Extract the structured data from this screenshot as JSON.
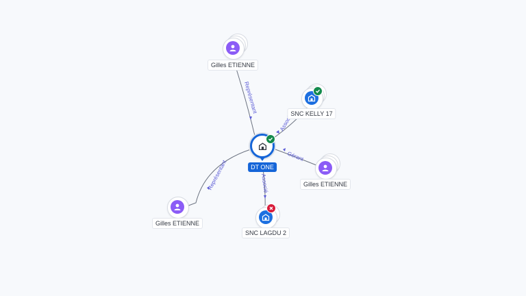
{
  "center": {
    "label": "DT ONE",
    "type": "company",
    "status": "active",
    "icon": "building-icon"
  },
  "nodes": [
    {
      "id": "p1",
      "label": "Gilles ETIENNE",
      "type": "person",
      "icon": "person-icon"
    },
    {
      "id": "c1",
      "label": "SNC KELLY 17",
      "type": "company",
      "status": "active",
      "icon": "building-icon"
    },
    {
      "id": "p2",
      "label": "Gilles ETIENNE",
      "type": "person",
      "icon": "person-icon"
    },
    {
      "id": "p3",
      "label": "Gilles ETIENNE",
      "type": "person",
      "icon": "person-icon"
    },
    {
      "id": "c2",
      "label": "SNC LAGDU 2",
      "type": "company",
      "status": "closed",
      "icon": "building-icon"
    }
  ],
  "edges": [
    {
      "to": "p1",
      "label": "Représentant"
    },
    {
      "to": "c1",
      "label": "Associé"
    },
    {
      "to": "p2",
      "label": "Gérant"
    },
    {
      "to": "p3",
      "label": "Représentant"
    },
    {
      "to": "c2",
      "label": "Associé"
    }
  ],
  "colors": {
    "person": "#8b5cf6",
    "company": "#1d6fe0",
    "center": "#1565d8",
    "active_badge": "#138a4c",
    "closed_badge": "#d81b3a",
    "edge_label": "#5b5bd6"
  }
}
